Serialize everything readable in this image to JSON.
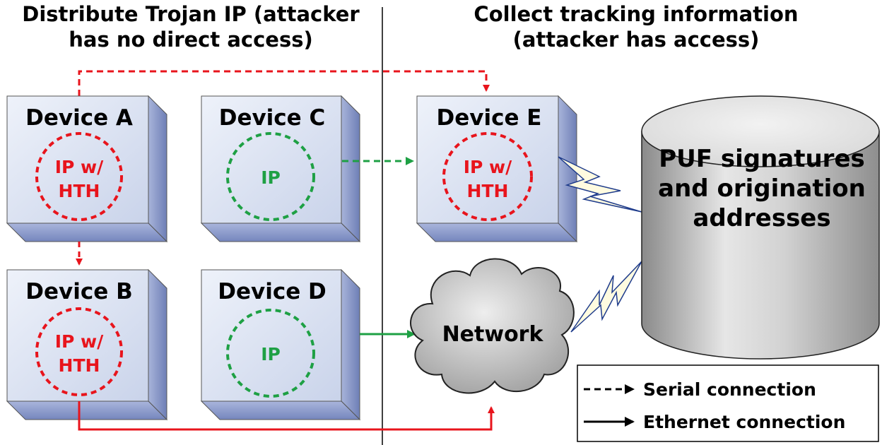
{
  "headings": {
    "left": [
      "Distribute Trojan IP (attacker",
      "has no direct access)"
    ],
    "right": [
      "Collect tracking information",
      "(attacker has access)"
    ]
  },
  "devices": {
    "a": {
      "title": "Device A",
      "ip": [
        "IP w/",
        "HTH"
      ]
    },
    "b": {
      "title": "Device B",
      "ip": [
        "IP w/",
        "HTH"
      ]
    },
    "c": {
      "title": "Device C",
      "ip": [
        "IP"
      ]
    },
    "d": {
      "title": "Device D",
      "ip": [
        "IP"
      ]
    },
    "e": {
      "title": "Device E",
      "ip": [
        "IP w/",
        "HTH"
      ]
    }
  },
  "network": {
    "label": "Network"
  },
  "database": {
    "lines": [
      "PUF signatures",
      "and origination",
      "addresses"
    ]
  },
  "legend": {
    "serial": "Serial connection",
    "ethernet": "Ethernet connection"
  },
  "colors": {
    "trojan": "#e8141c",
    "clean": "#1ea044",
    "device_face": "#dce4f2",
    "device_side": "#8c9ccb",
    "cloud": "#c9c9c9",
    "database": "#c8c8c8",
    "lightning": "#fffbe0",
    "lightning_stroke": "#1f3c8c"
  }
}
